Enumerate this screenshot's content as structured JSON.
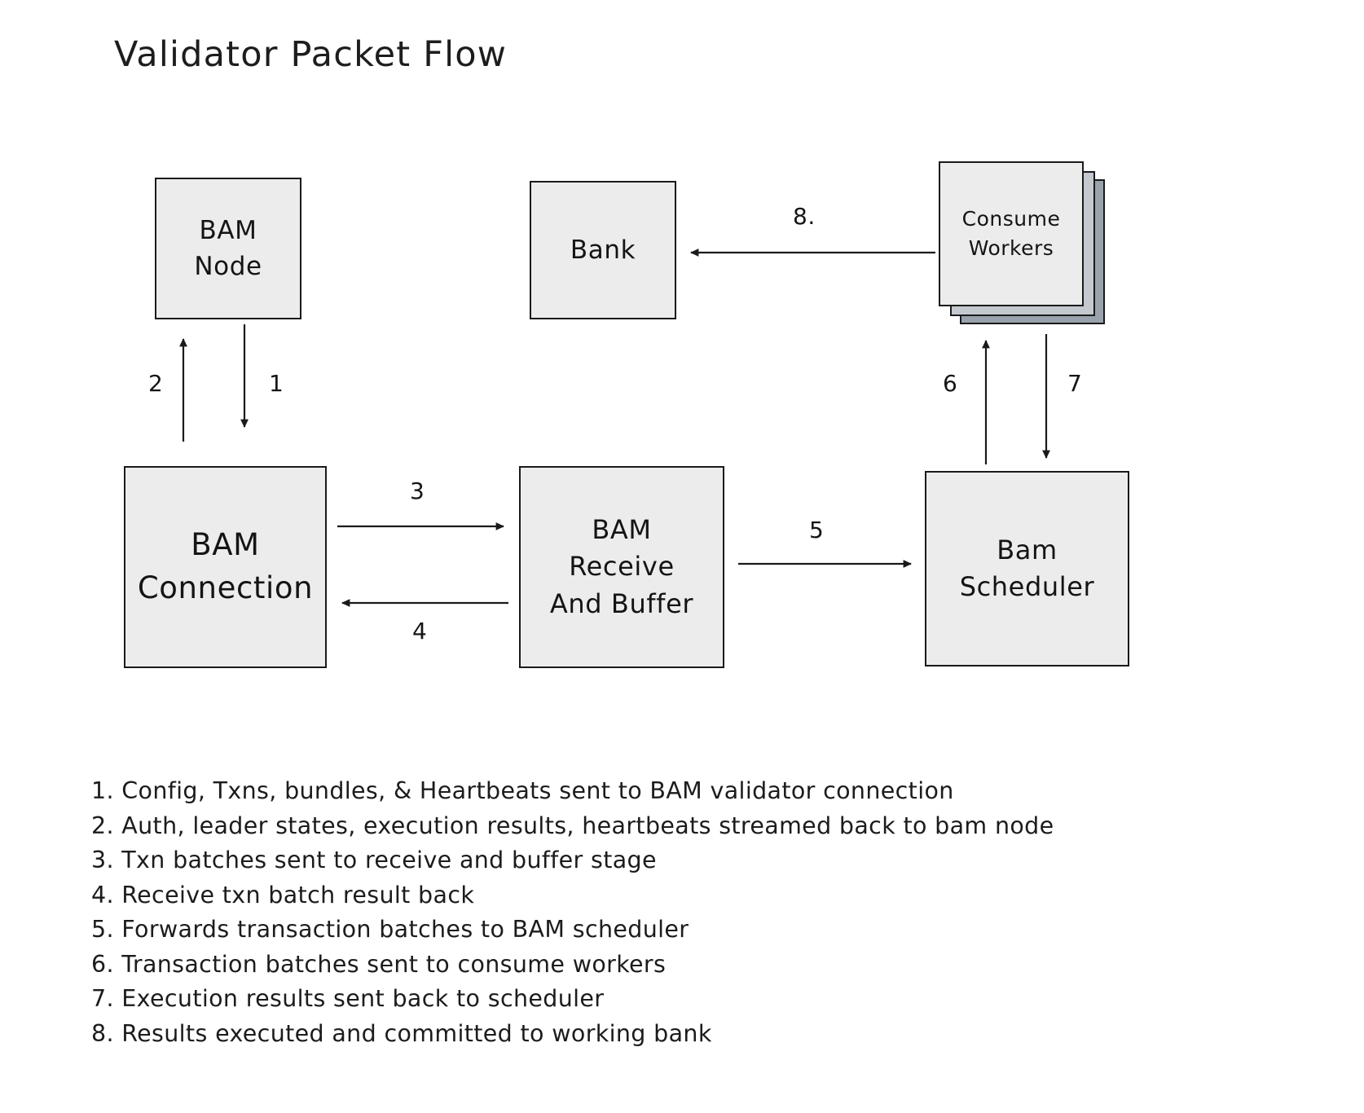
{
  "diagram": {
    "title": "Validator Packet Flow",
    "colors": {
      "node_fill": "#ececec",
      "node_stroke": "#1a1a1a",
      "stack_layer_2": "#c3c9cf",
      "stack_layer_3": "#9aa3ad",
      "text": "#1a1a1a",
      "background": "#ffffff"
    },
    "nodes": [
      {
        "id": "bam-node",
        "label": "BAM\nNode"
      },
      {
        "id": "bank",
        "label": "Bank"
      },
      {
        "id": "consume-workers",
        "label": "Consume\nWorkers",
        "stacked": true,
        "stack_count": 3
      },
      {
        "id": "bam-connection",
        "label": "BAM\nConnection"
      },
      {
        "id": "bam-receive",
        "label": "BAM\nReceive\nAnd Buffer"
      },
      {
        "id": "bam-scheduler",
        "label": "Bam\nScheduler"
      }
    ],
    "edges": [
      {
        "id": "e1",
        "label": "1",
        "from": "bam-node",
        "to": "bam-connection",
        "direction": "down"
      },
      {
        "id": "e2",
        "label": "2",
        "from": "bam-connection",
        "to": "bam-node",
        "direction": "up"
      },
      {
        "id": "e3",
        "label": "3",
        "from": "bam-connection",
        "to": "bam-receive",
        "direction": "right"
      },
      {
        "id": "e4",
        "label": "4",
        "from": "bam-receive",
        "to": "bam-connection",
        "direction": "left"
      },
      {
        "id": "e5",
        "label": "5",
        "from": "bam-receive",
        "to": "bam-scheduler",
        "direction": "right"
      },
      {
        "id": "e6",
        "label": "6",
        "from": "bam-scheduler",
        "to": "consume-workers",
        "direction": "up"
      },
      {
        "id": "e7",
        "label": "7",
        "from": "consume-workers",
        "to": "bam-scheduler",
        "direction": "down"
      },
      {
        "id": "e8",
        "label": "8.",
        "from": "consume-workers",
        "to": "bank",
        "direction": "left"
      }
    ],
    "legend": [
      "1. Config, Txns, bundles, & Heartbeats sent to BAM validator connection",
      "2. Auth, leader states, execution results, heartbeats streamed back to bam node",
      "3. Txn batches sent to receive and buffer stage",
      "4. Receive txn batch result back",
      "5. Forwards transaction batches to BAM scheduler",
      "6. Transaction batches sent to consume workers",
      "7. Execution results sent back to scheduler",
      "8. Results executed and committed to working bank"
    ]
  }
}
